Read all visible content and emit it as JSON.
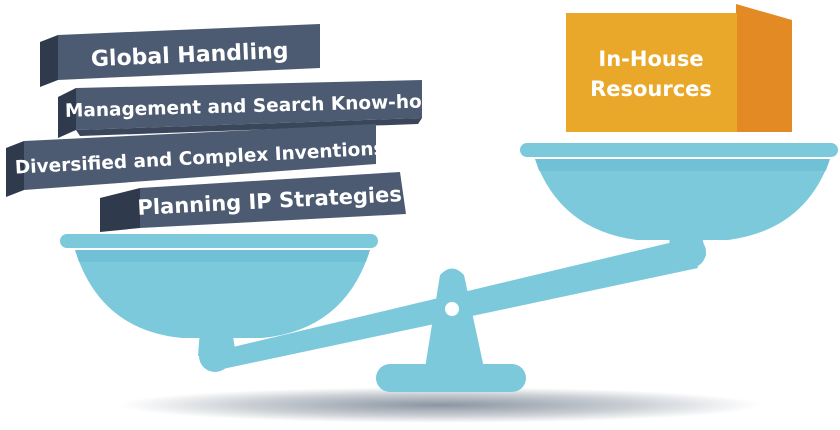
{
  "left_blocks": [
    {
      "label": "Global Handling"
    },
    {
      "label": "Management and Search Know-how"
    },
    {
      "label": "Diversified and Complex Inventions"
    },
    {
      "label": "Planning IP Strategies"
    }
  ],
  "right_box": {
    "line1": "In-House",
    "line2": "Resources"
  },
  "colors": {
    "block_face": "#4d5b72",
    "block_side": "#2f3a4d",
    "block_edge": "#3a4659",
    "scale": "#7cc9dc",
    "scale_dark": "#5fb3c9",
    "box_front": "#e9a829",
    "box_side": "#e38a24",
    "box_top": "#f2c25a",
    "shadow": "#2c3e55"
  }
}
